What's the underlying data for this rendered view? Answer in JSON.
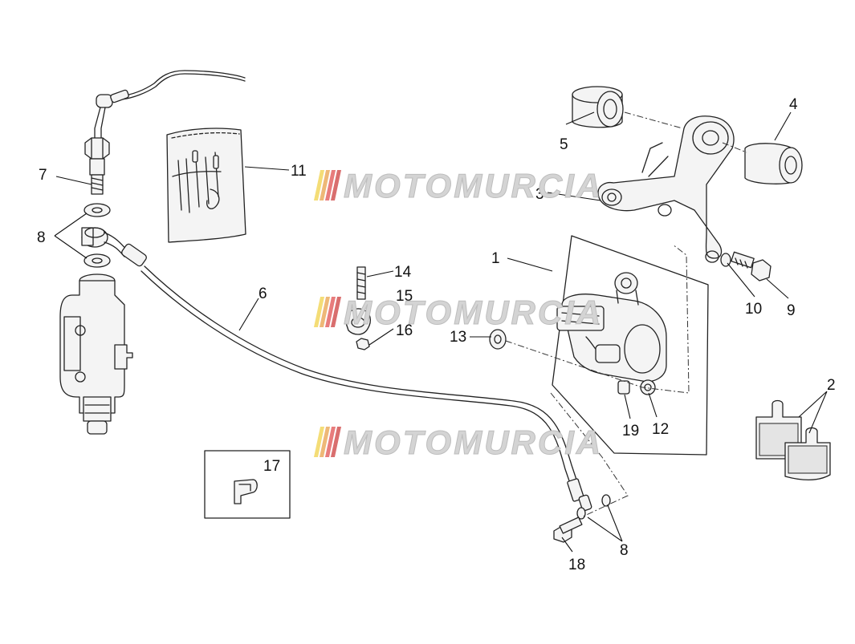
{
  "callouts": {
    "c1": "1",
    "c2": "2",
    "c3": "3",
    "c4": "4",
    "c5": "5",
    "c6": "6",
    "c7": "7",
    "c8a": "8",
    "c8b": "8",
    "c9": "9",
    "c10": "10",
    "c11": "11",
    "c12": "12",
    "c13": "13",
    "c14": "14",
    "c15": "15",
    "c16": "16",
    "c17": "17",
    "c18": "18",
    "c19": "19"
  },
  "watermark": {
    "text": "MOTOMURCIA",
    "bar_colors": [
      "#f0d24a",
      "#e8a04a",
      "#e05050",
      "#cc3d3d"
    ]
  }
}
